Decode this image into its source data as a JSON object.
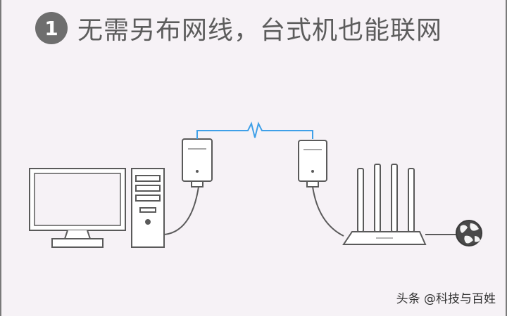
{
  "header": {
    "step_number": "1",
    "title": "无需另布网线，台式机也能联网"
  },
  "watermark": "头条 @科技与百姓",
  "colors": {
    "background": "#f6f2f6",
    "line_art": "#5a5a5a",
    "signal_link": "#3fa0e8",
    "badge": "#6e6e6e"
  },
  "icons": [
    "desktop-monitor-icon",
    "pc-tower-icon",
    "powerline-adapter-icon",
    "wireless-router-icon",
    "globe-icon"
  ]
}
